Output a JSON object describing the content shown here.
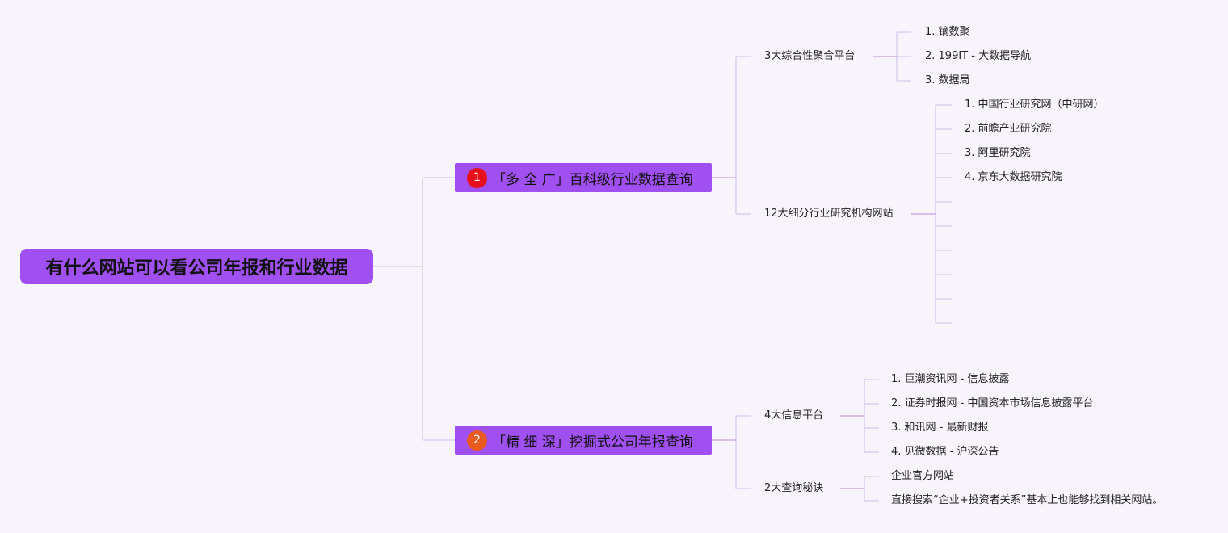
{
  "root": {
    "title": "有什么网站可以看公司年报和行业数据"
  },
  "branches": [
    {
      "badge": "1",
      "label": "「多 全 广」百科级行业数据查询",
      "subs": [
        {
          "label": "3大综合性聚合平台",
          "items": [
            "1. 镝数聚",
            "2. 199IT - 大数据导航",
            "3. 数据局"
          ]
        },
        {
          "label": "12大细分行业研究机构网站",
          "items": [
            "1. 中国行业研究网（中研网）",
            "2. 前瞻产业研究院",
            "3. 阿里研究院",
            "4. 京东大数据研究院"
          ]
        }
      ]
    },
    {
      "badge": "2",
      "label": "「精 细 深」挖掘式公司年报查询",
      "subs": [
        {
          "label": "4大信息平台",
          "items": [
            "1. 巨潮资讯网 - 信息披露",
            "2. 证券时报网 - 中国资本市场信息披露平台",
            "3. 和讯网 - 最新财报",
            "4. 见微数据 - 沪深公告"
          ]
        },
        {
          "label": "2大查询秘诀",
          "items": [
            "企业官方网站",
            "直接搜索“企业+投资者关系”基本上也能够找到相关网站。"
          ]
        }
      ]
    }
  ],
  "colors": {
    "node_fill": "#a04ff0",
    "line": "#d6c8ec",
    "badge1": "#e8101a",
    "badge2": "#ea5a1e",
    "background": "#f7f4fc"
  }
}
